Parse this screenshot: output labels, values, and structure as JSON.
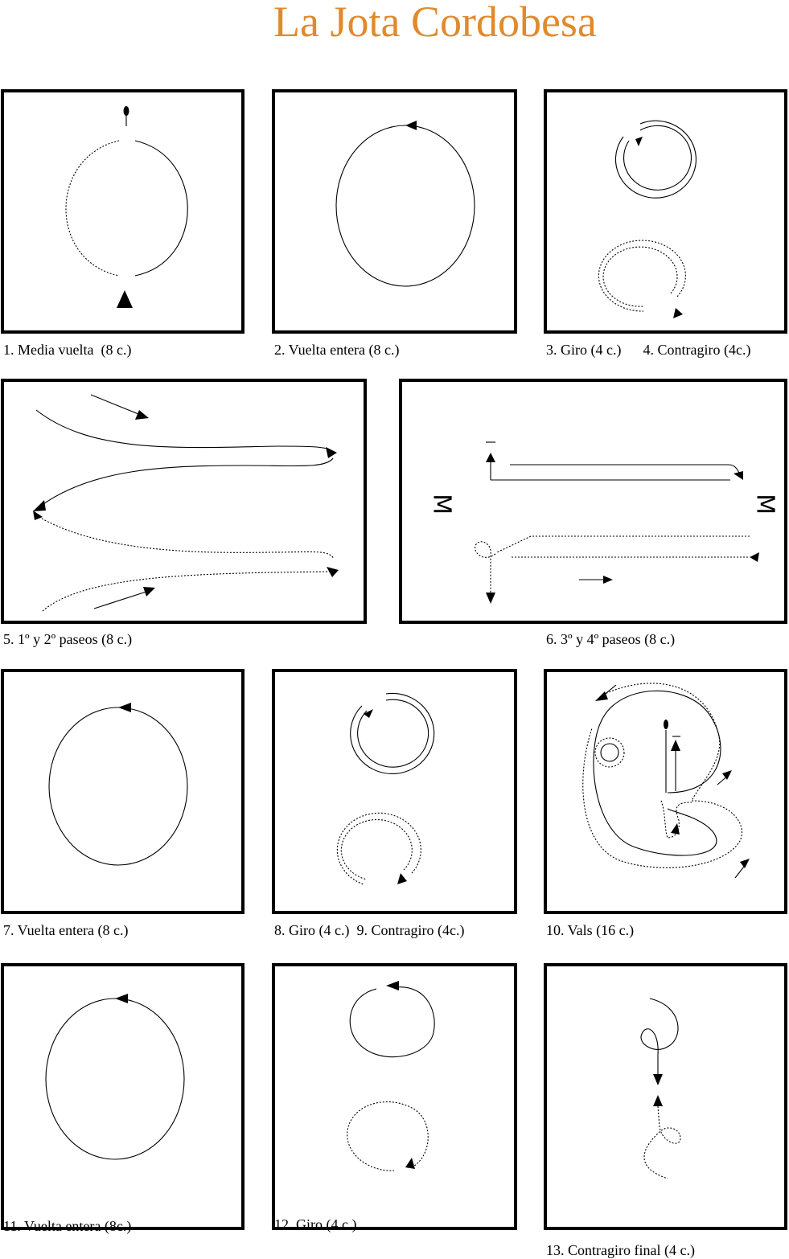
{
  "title": "La Jota Cordobesa",
  "accent_color": "#e08a2e",
  "panels": [
    {
      "caption": "1. Media vuelta  (8 c.)"
    },
    {
      "caption": "2. Vuelta entera (8 c.)"
    },
    {
      "caption": "3. Giro (4 c.)      4. Contragiro (4c.)"
    },
    {
      "caption": "5. 1º y 2º paseos (8 c.)"
    },
    {
      "caption": "6. 3º y 4º paseos (8 c.)",
      "side_letter": "M"
    },
    {
      "caption": "7. Vuelta entera (8 c.)"
    },
    {
      "caption": "8. Giro (4 c.)  9. Contragiro (4c.)"
    },
    {
      "caption": "10. Vals (16 c.)"
    },
    {
      "caption": "11. Vuelta entera (8c.)"
    },
    {
      "caption": "12. Giro (4 c.)"
    },
    {
      "caption": "13. Contragiro final (4 c.)"
    }
  ]
}
